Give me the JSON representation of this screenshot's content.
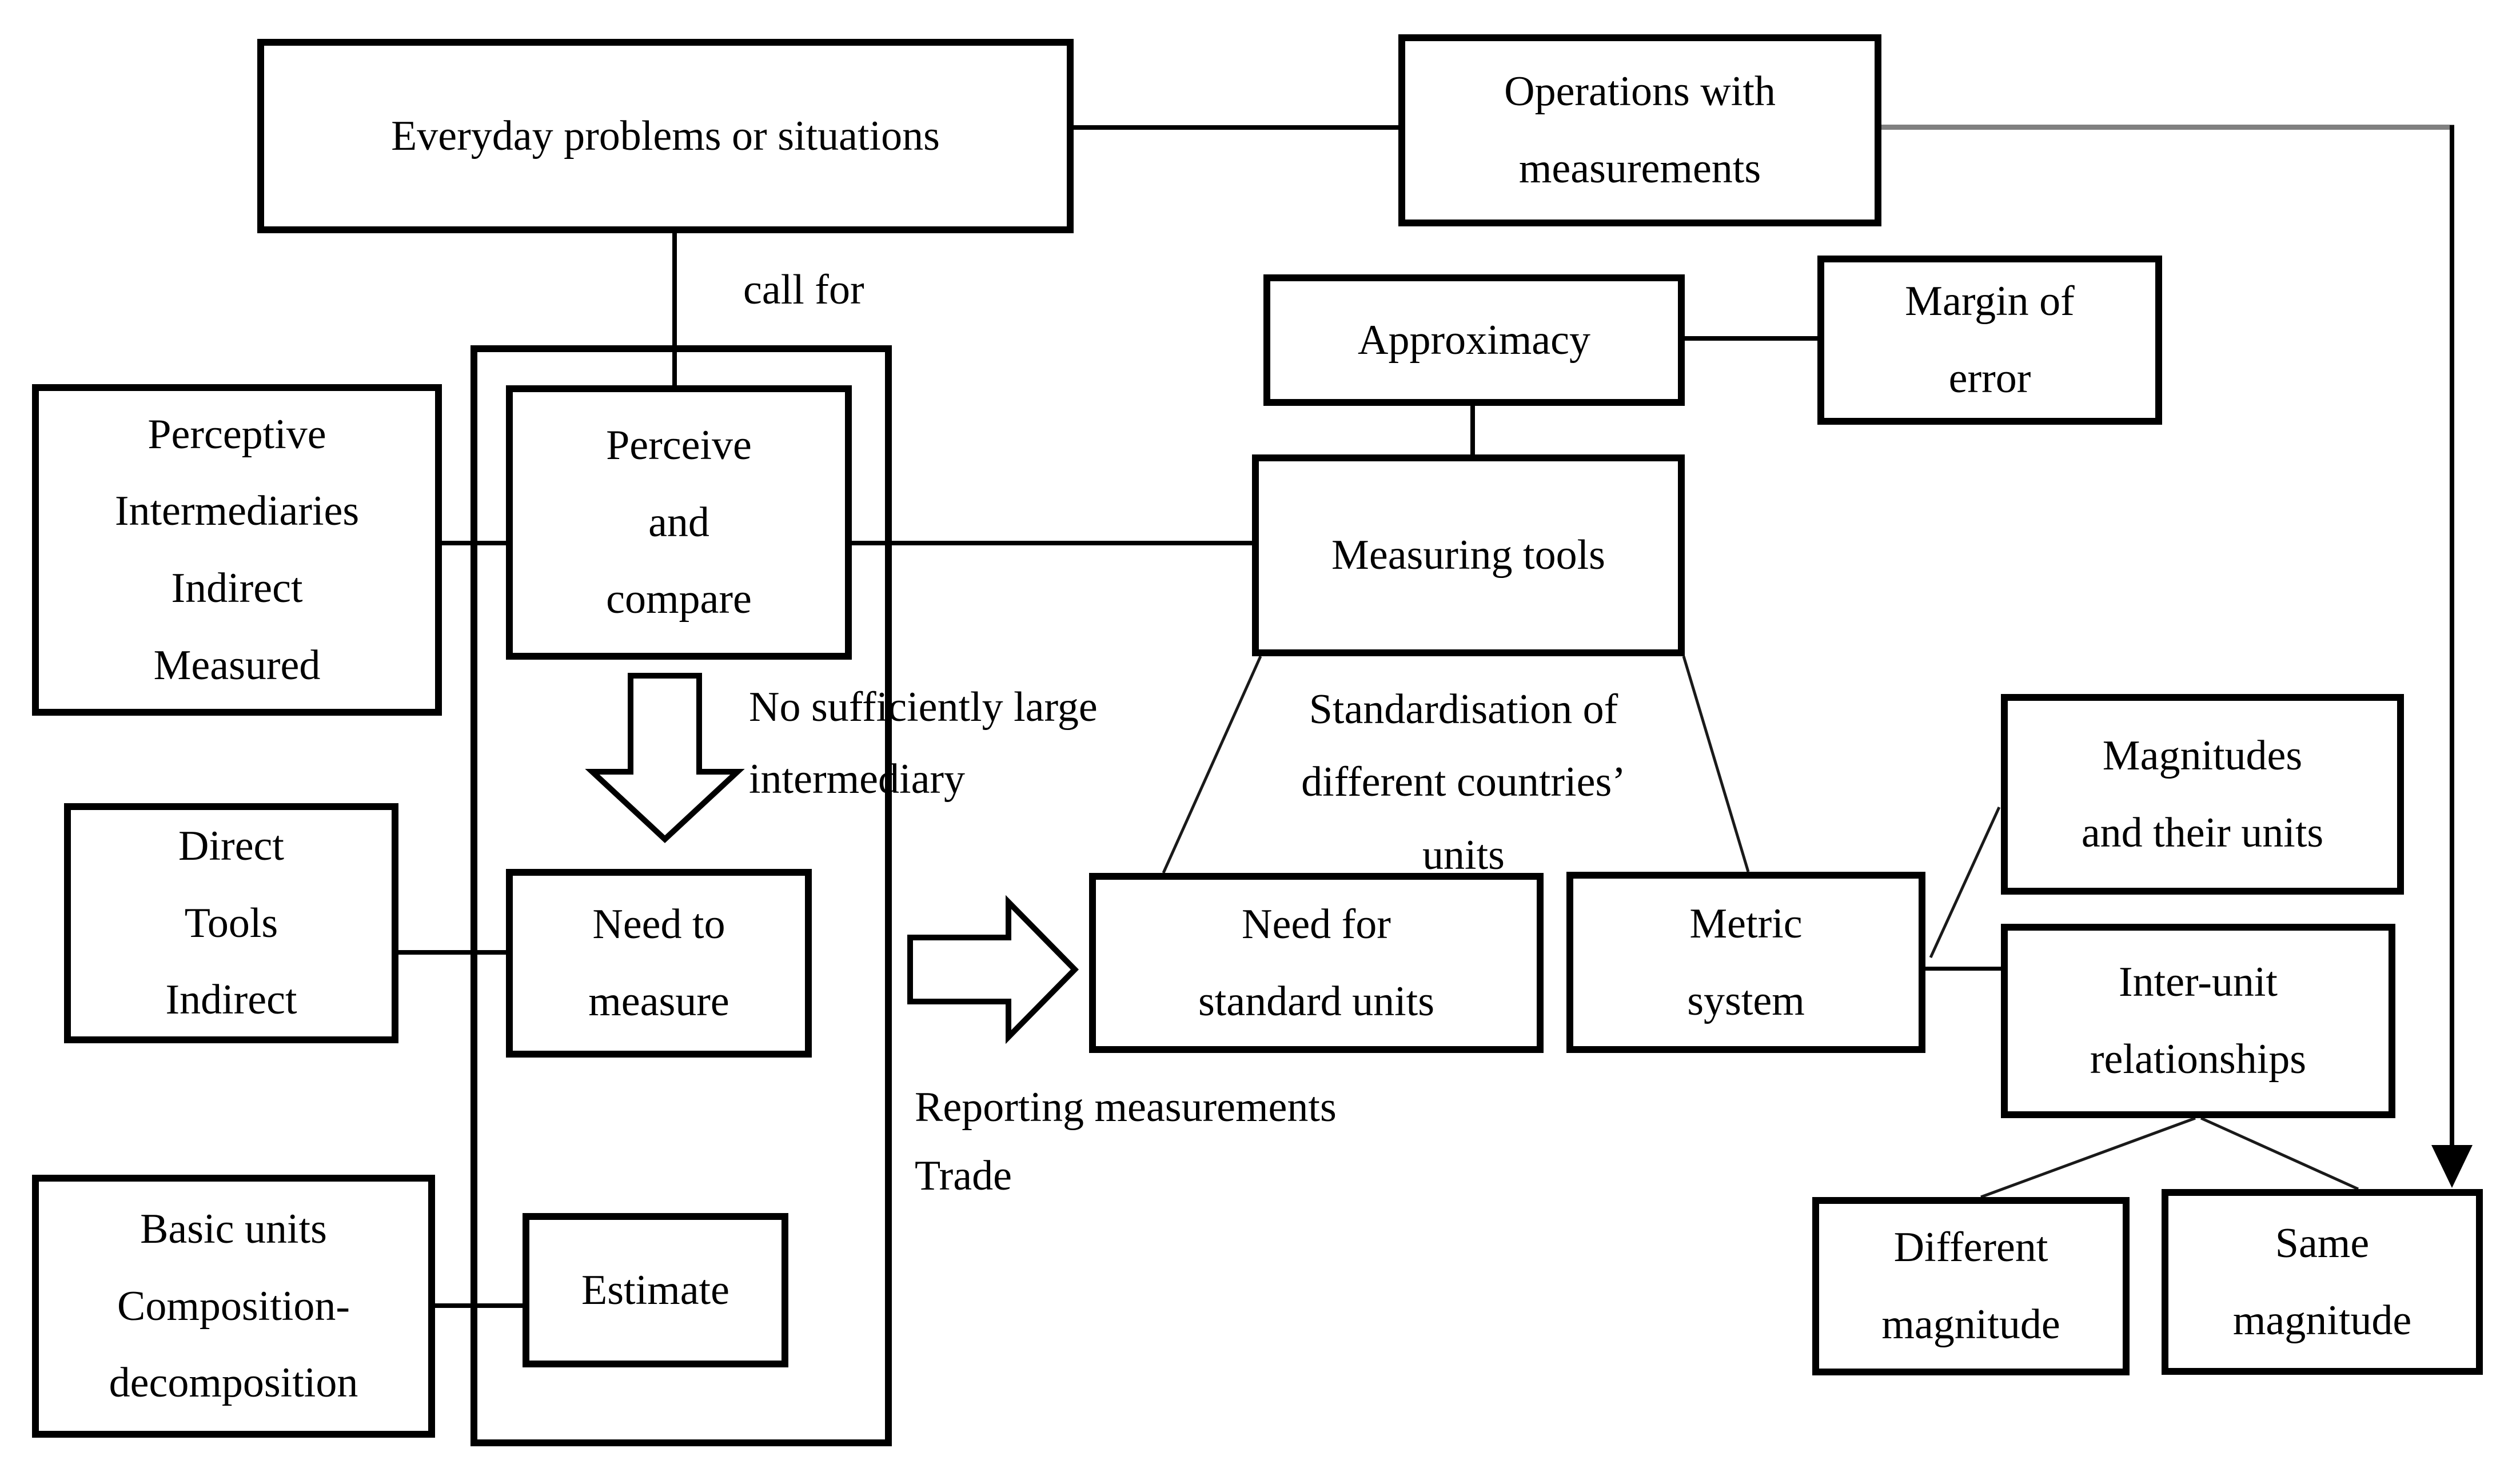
{
  "diagram": {
    "description": "Concept map of measurement: everyday problems call for perceiving and comparing, measuring, estimating, leading to standard units and the metric system",
    "colors": {
      "line_black": "#000000",
      "connector_gray": "#808080",
      "background": "#ffffff"
    },
    "nodes": {
      "everyday": {
        "label": "Everyday problems or situations"
      },
      "operations": {
        "label": "Operations with\nmeasurements"
      },
      "approximacy": {
        "label": "Approximacy"
      },
      "margin_of_error": {
        "label": "Margin of\nerror"
      },
      "measuring_tools": {
        "label": "Measuring tools"
      },
      "perceive_compare": {
        "label": "Perceive\nand\ncompare"
      },
      "perceptive_intermediaries": {
        "label": "Perceptive\nIntermediaries\nIndirect\nMeasured"
      },
      "direct_tools": {
        "label": "Direct\nTools\nIndirect"
      },
      "need_to_measure": {
        "label": "Need to\nmeasure"
      },
      "basic_units": {
        "label": "Basic units\nComposition-\ndecomposition"
      },
      "estimate": {
        "label": "Estimate"
      },
      "need_standard_units": {
        "label": "Need for\nstandard units"
      },
      "metric_system": {
        "label": "Metric\nsystem"
      },
      "magnitudes_units": {
        "label": "Magnitudes\nand their units"
      },
      "inter_unit": {
        "label": "Inter-unit\nrelationships"
      },
      "different_magnitude": {
        "label": "Different\nmagnitude"
      },
      "same_magnitude": {
        "label": "Same\nmagnitude"
      }
    },
    "labels": {
      "call_for": "call for",
      "no_intermediary": "No sufficiently large\nintermediary",
      "standardisation": "Standardisation of\ndifferent countries’\nunits",
      "reporting": "Reporting measurements\nTrade"
    }
  }
}
